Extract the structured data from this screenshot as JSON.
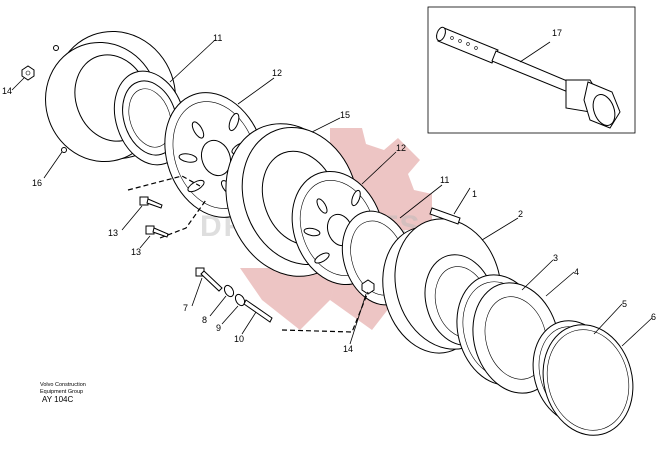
{
  "callouts": [
    "1",
    "2",
    "3",
    "4",
    "5",
    "6",
    "7",
    "8",
    "9",
    "10",
    "11",
    "11",
    "12",
    "12",
    "13",
    "13",
    "14",
    "14",
    "15",
    "16",
    "17"
  ],
  "caption": {
    "line1": "Volvo Construction",
    "line2": "Equipment Group",
    "code": "AY 104C"
  },
  "watermark": {
    "text": "DRIVE PARTS",
    "color": "#c0302c"
  }
}
